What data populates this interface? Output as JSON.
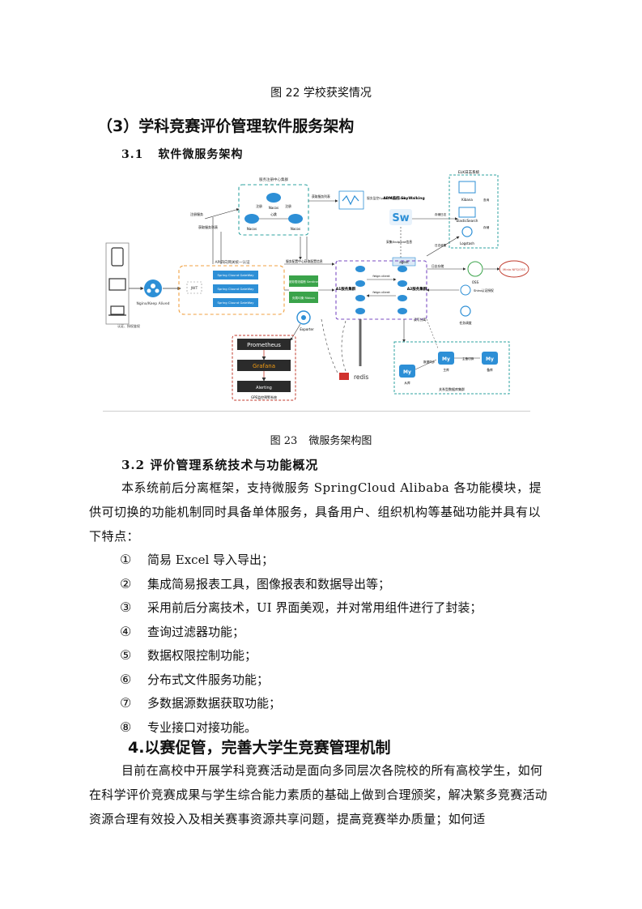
{
  "figure22_caption": "图 22 学校获奖情况",
  "section3_heading": "（3）学科竞赛评价管理软件服务架构",
  "sub31": {
    "number": "3.1",
    "title": "软件微服务架构"
  },
  "diagram": {
    "registry_title": "服务注册中心集群",
    "registry_nodes": [
      "Nacos",
      "Nacos",
      "Nacos"
    ],
    "registry_labels": [
      "注册",
      "注册",
      "注册",
      "心跳"
    ],
    "boot_admin": "服务监控Spring Boot Admin",
    "fetch_list": "获取服务列表",
    "register_service": "注册服务",
    "fetch_register": "获取服务列表",
    "apm_title": "APM监控 SkyWalking",
    "apm_logo": "Sw",
    "agent": "agent",
    "agent_collect": "采集Endpoint信息",
    "elk_title": "ELK日志系统",
    "kibana": "Kibana",
    "elasticsearch": "ElasticSearch",
    "logstash": "Logstash",
    "elk_query": "查询",
    "elk_store": "存储",
    "elk_collect": "日志收集",
    "log_store": "存储日志",
    "gateway_title": "API四向网关统一认证",
    "gateways": [
      "Spring Clound GateWay",
      "Spring Clound GateWay",
      "Spring Clound GateWay"
    ],
    "jwt": "JWT",
    "nginx": "Nginx/Keep Alived",
    "auth_label": "认证、授权鉴权",
    "sentinel": "服务限流熔断 Sentinel",
    "skywalking_box": "负载均衡 Ribbon",
    "config_center": "服务配置中心获取配置信息",
    "cluster_a1": "A1服务集群",
    "cluster_a2": "A2服务集群",
    "feign": [
      "feign client",
      "feign client"
    ],
    "oss": "OSS",
    "minio": "Minio NFS/OSS",
    "shiro": "Shiro认证授权",
    "task": "任务调度",
    "log_output": "日志存储",
    "exporter": "Exporter",
    "read_write": "读写分离",
    "prometheus": "Prometheus",
    "grafana": "Grafana",
    "alerting": "Alerting",
    "monitor_title": "GPE监控预警系统",
    "redis": "redis",
    "db_nodes": [
      "从库",
      "主库",
      "备库"
    ],
    "db_labels": [
      "数据同步",
      "主备切换"
    ],
    "db_title": "关系型数据库集群",
    "db_icon": "My"
  },
  "figure23_caption": {
    "number": "图 23",
    "title": "微服务架构图"
  },
  "sub32": "3.2 评价管理系统技术与功能概况",
  "para1": "本系统前后分离框架，支持微服务 SpringCloud Alibaba 各功能模块，提供可切换的功能机制同时具备单体服务，具备用户、组织机构等基础功能并具有以下特点：",
  "features": [
    {
      "marker": "①",
      "text": "简易 Excel 导入导出；"
    },
    {
      "marker": "②",
      "text": "集成简易报表工具，图像报表和数据导出等；"
    },
    {
      "marker": "③",
      "text": "采用前后分离技术，UI 界面美观，并对常用组件进行了封装；"
    },
    {
      "marker": "④",
      "text": "查询过滤器功能；"
    },
    {
      "marker": "⑤",
      "text": "数据权限控制功能；"
    },
    {
      "marker": "⑥",
      "text": "分布式文件服务功能；"
    },
    {
      "marker": "⑦",
      "text": "多数据源数据获取功能；"
    },
    {
      "marker": "⑧",
      "text": "专业接口对接功能。"
    }
  ],
  "section4_heading": "4.以赛促管，完善大学生竞赛管理机制",
  "para2": "目前在高校中开展学科竞赛活动是面向多同层次各院校的所有高校学生，如何在科学评价竞赛成果与学生综合能力素质的基础上做到合理颁奖，解决繁多竞赛活动资源合理有效投入及相关赛事资源共享问题，提高竞赛举办质量；如何适"
}
